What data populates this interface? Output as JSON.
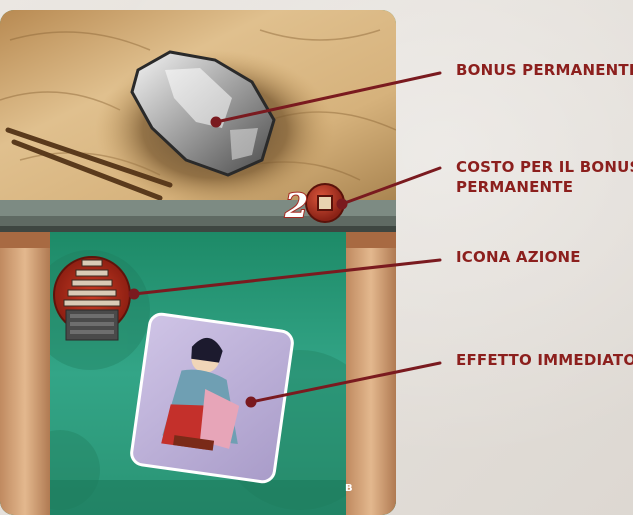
{
  "callouts": {
    "permanent_bonus": "BONUS PERMANENTE",
    "bonus_cost_line1": "COSTO PER IL BONUS",
    "bonus_cost_line2": "PERMANENTE",
    "action_icon": "ICONA AZIONE",
    "immediate_effect": "EFFETTO IMMEDIATO"
  },
  "card": {
    "bonus_cost": "2",
    "letter": "B"
  },
  "colors": {
    "callout_text": "#8c1f1d",
    "callout_line": "#7a1a1f",
    "card_green": "#2c9a7a",
    "card_top": "#c9a064",
    "coin": "#b5331f"
  },
  "icons": {
    "bonus": "silver-ore-icon",
    "cost": "coin-icon",
    "action": "pagoda-icon",
    "effect": "geisha-tile-icon"
  }
}
